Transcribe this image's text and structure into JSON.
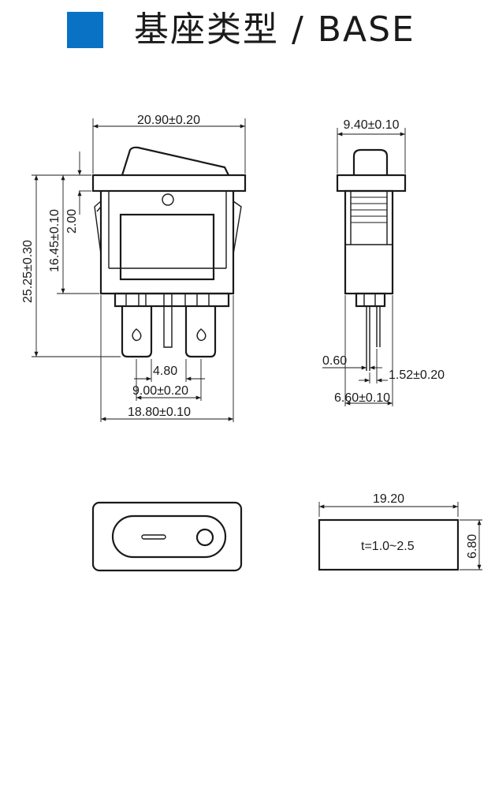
{
  "header": {
    "title": "基座类型 / BASE",
    "accent_color": "#0a72c4"
  },
  "front_view": {
    "width_top": "20.90±0.20",
    "height_total": "25.25±0.30",
    "height_body": "16.45±0.10",
    "rocker_height": "2.00",
    "terminal_spacing": "4.80",
    "terminal_pitch": "9.00±0.20",
    "base_width": "18.80±0.10"
  },
  "side_view": {
    "width_top": "9.40±0.10",
    "pin_gap": "0.60",
    "pin_offset": "1.52±0.20",
    "base_depth": "6.60±0.10"
  },
  "panel_cutout": {
    "width": "19.20",
    "height": "6.80",
    "thickness": "t=1.0~2.5"
  }
}
